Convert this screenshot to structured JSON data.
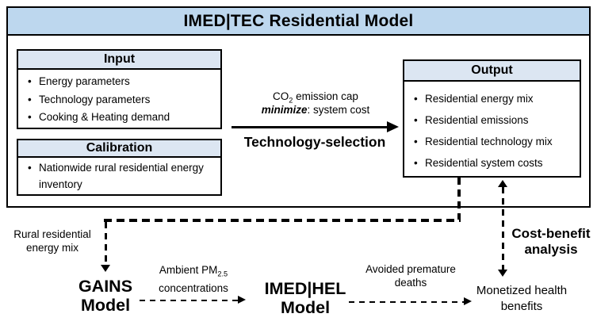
{
  "title": "IMED|TEC Residential Model",
  "boxes": {
    "input": {
      "header": "Input",
      "items": [
        "Energy parameters",
        "Technology parameters",
        "Cooking & Heating demand"
      ]
    },
    "calibration": {
      "header": "Calibration",
      "items": [
        "Nationwide rural residential energy inventory"
      ]
    },
    "output": {
      "header": "Output",
      "items": [
        "Residential energy mix",
        "Residential emissions",
        "Residential technology mix",
        "Residential system costs"
      ]
    }
  },
  "tech_arrow": {
    "cap_pre": "CO",
    "cap_sub": "2",
    "cap_post": " emission cap",
    "minimize_word": "minimize",
    "minimize_rest": ": system cost",
    "label": "Technology-selection"
  },
  "bottom": {
    "rural_label": "Rural residential energy mix",
    "gains_model": "GAINS Model",
    "ambient_pre": "Ambient PM",
    "ambient_sub": "2.5",
    "ambient_line2": "concentrations",
    "imedhel_model": "IMED|HEL Model",
    "avoided_label": "Avoided premature deaths",
    "monetized_label": "Monetized health benefits",
    "cost_benefit_label": "Cost-benefit analysis"
  },
  "colors": {
    "title_bg": "#bdd7ee",
    "header_bg": "#dce6f2",
    "line": "#000000"
  }
}
